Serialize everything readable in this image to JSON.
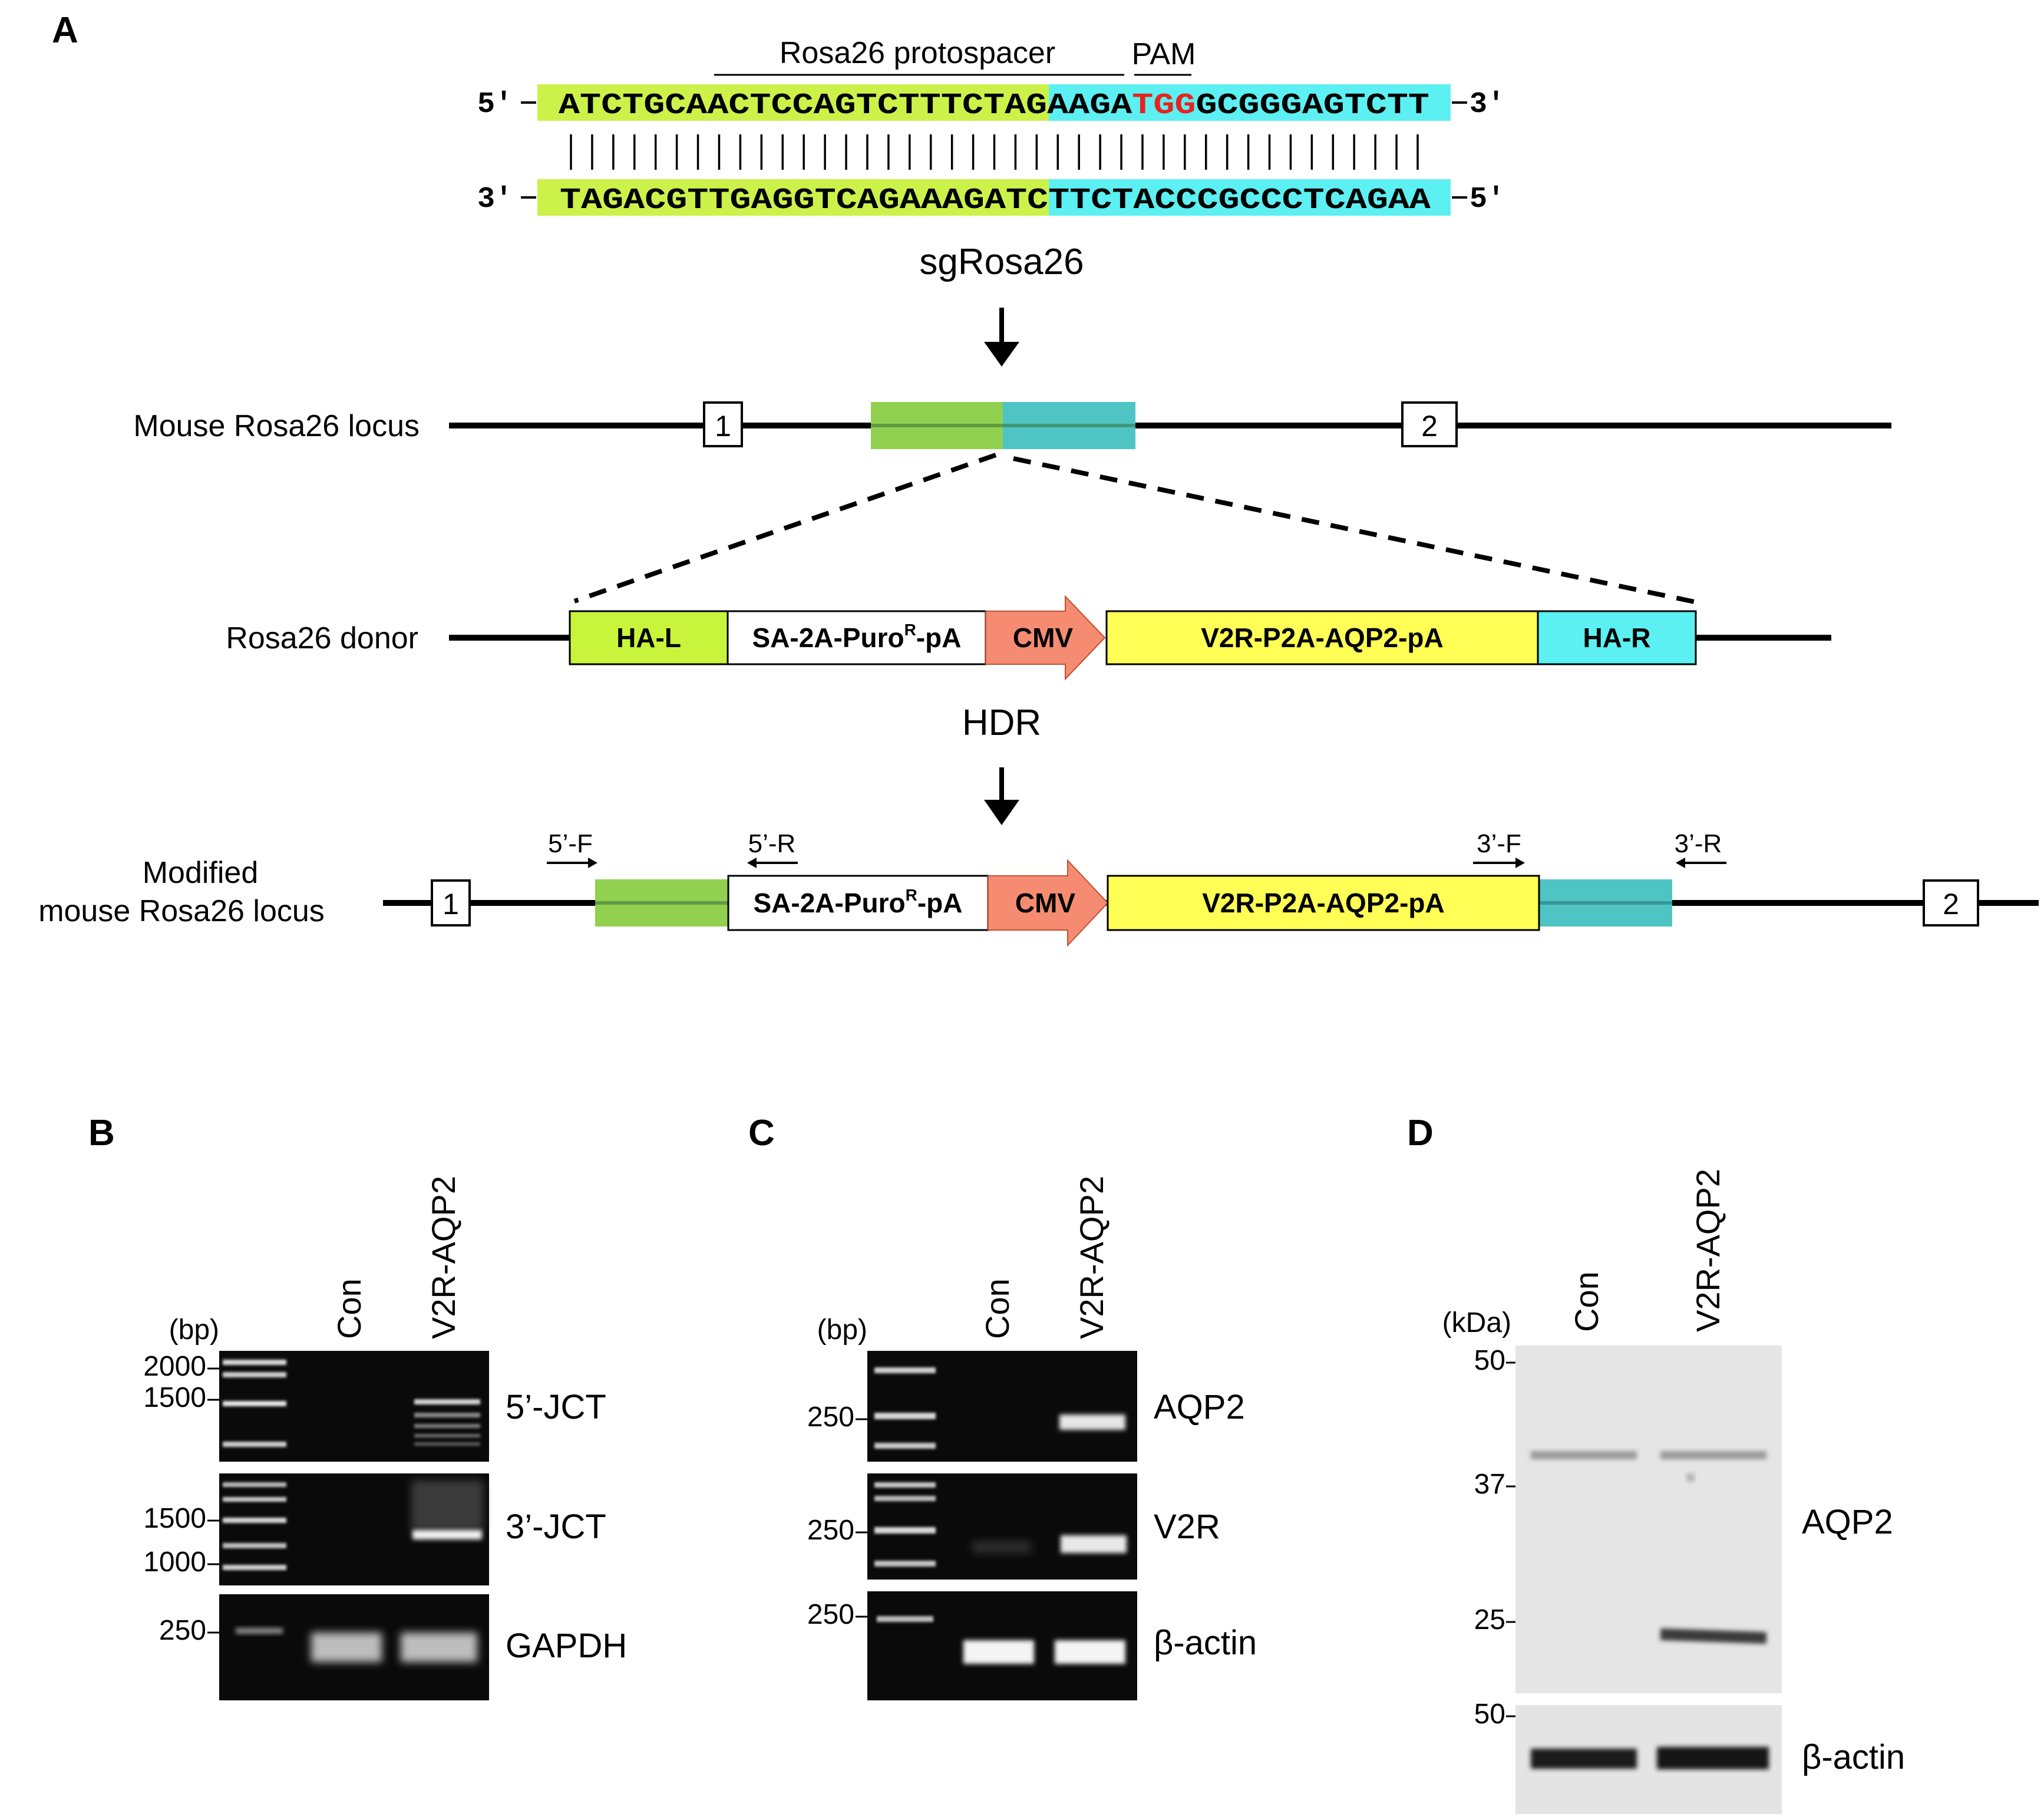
{
  "panel_labels": {
    "a": "A",
    "b": "B",
    "c": "C",
    "d": "D"
  },
  "colors": {
    "green": "#ccf24a",
    "cyan": "#5cf0f2",
    "locus_green": "#92d050",
    "locus_teal": "#4fc4c4",
    "cmv": "#f58c72",
    "yellow": "#ffff55",
    "pam": "#e8231e",
    "hal_box": "#c8f53c"
  },
  "sequence": {
    "protospacer_label": "Rosa26 protospacer",
    "pam_label": "PAM",
    "top_prime5": "5′",
    "top_prime3": "3′",
    "bot_prime3": "3′",
    "bot_prime5": "5′",
    "top_green": "ATCTGCAACTCCAGTCTTTCTAG",
    "top_cyan1": "AAGA",
    "top_pam": "TGG",
    "top_cyan2": "GCGGGAGTCTT",
    "bot_green": "TAGACGTTGAGGTCAGAAAGATC",
    "bot_cyan": "TTCTACCCGCCCTCAGAA",
    "sgrna_label": "sgRosa26"
  },
  "locus": {
    "label": "Mouse Rosa26 locus",
    "exon1": "1",
    "exon2": "2"
  },
  "donor": {
    "label": "Rosa26 donor",
    "hal": "HA-L",
    "sa_prefix": "SA-2A-Puro",
    "sa_sup": "R",
    "sa_suffix": "-pA",
    "cmv": "CMV",
    "v2r": "V2R-P2A-AQP2-pA",
    "har": "HA-R",
    "hdr_label": "HDR"
  },
  "modified": {
    "label_line1": "Modified",
    "label_line2": "mouse Rosa26 locus",
    "exon1": "1",
    "exon2": "2",
    "sa_prefix": "SA-2A-Puro",
    "sa_sup": "R",
    "sa_suffix": "-pA",
    "cmv": "CMV",
    "v2r": "V2R-P2A-AQP2-pA",
    "primers": {
      "f5": "5’-F",
      "r5": "5’-R",
      "f3": "3’-F",
      "r3": "3’-R"
    }
  },
  "panel_b": {
    "unit": "(bp)",
    "lanes": [
      "Con",
      "V2R-AQP2"
    ],
    "gels": [
      {
        "name": "5’-JCT",
        "ticks": [
          "2000",
          "1500"
        ]
      },
      {
        "name": "3’-JCT",
        "ticks": [
          "1500",
          "1000"
        ]
      },
      {
        "name": "GAPDH",
        "ticks": [
          "250"
        ]
      }
    ]
  },
  "panel_c": {
    "unit": "(bp)",
    "lanes": [
      "Con",
      "V2R-AQP2"
    ],
    "gels": [
      {
        "name": "AQP2",
        "ticks": [
          "250"
        ]
      },
      {
        "name": "V2R",
        "ticks": [
          "250"
        ]
      },
      {
        "name": "β-actin",
        "ticks": [
          "250"
        ]
      }
    ]
  },
  "panel_d": {
    "unit": "(kDa)",
    "lanes": [
      "Con",
      "V2R-AQP2"
    ],
    "blot_ticks": [
      "50",
      "37",
      "25"
    ],
    "blot_name": "AQP2",
    "actin_tick": "50",
    "actin_name": "β-actin"
  }
}
